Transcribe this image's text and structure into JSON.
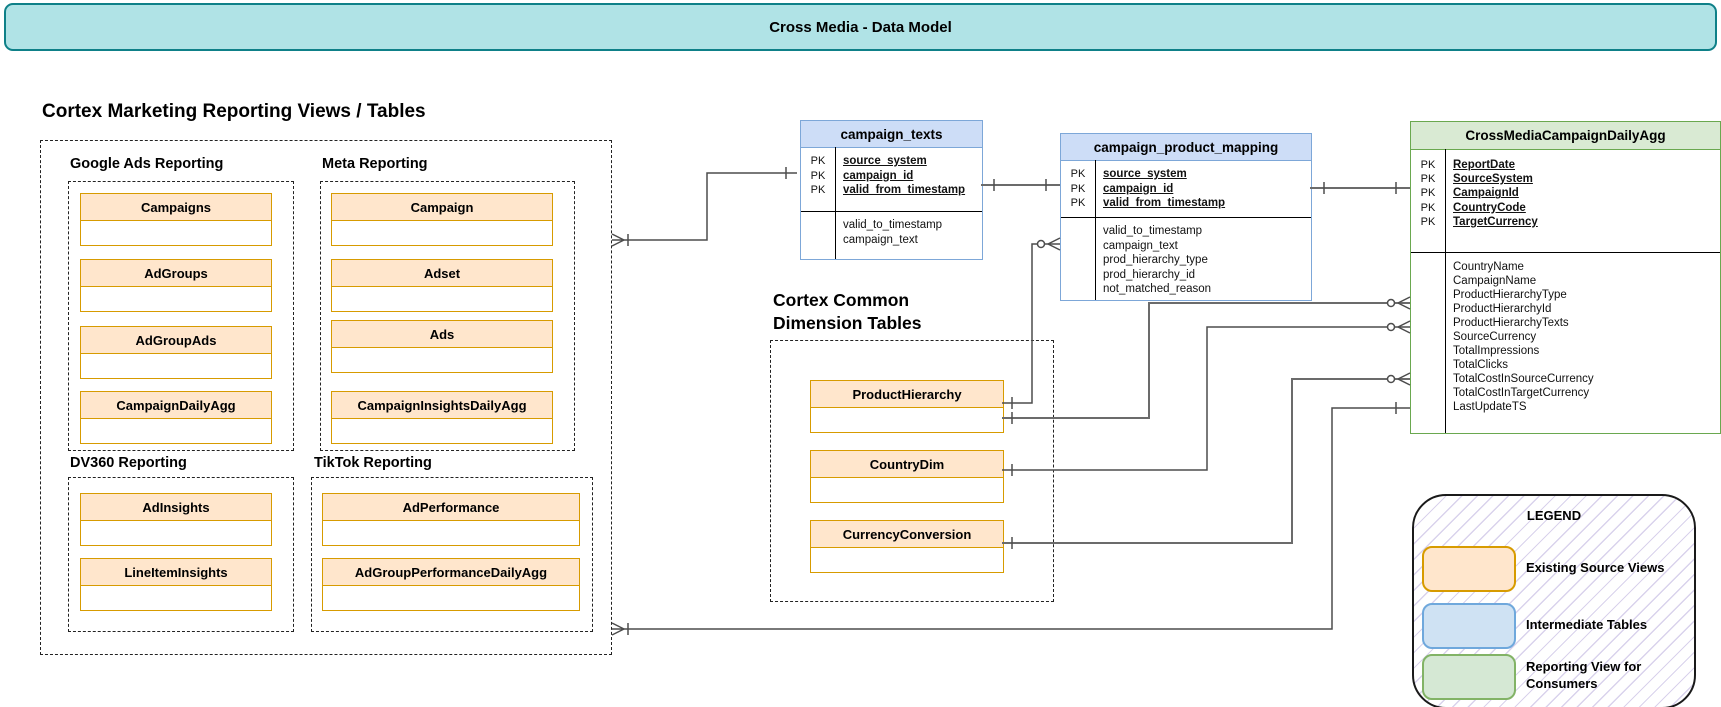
{
  "banner": {
    "title": "Cross Media - Data Model"
  },
  "left_section": {
    "title": "Cortex Marketing Reporting Views / Tables",
    "groups": [
      {
        "label": "Google Ads Reporting",
        "entities": [
          "Campaigns",
          "AdGroups",
          "AdGroupAds",
          "CampaignDailyAgg"
        ]
      },
      {
        "label": "Meta Reporting",
        "entities": [
          "Campaign",
          "Adset",
          "Ads",
          "CampaignInsightsDailyAgg"
        ]
      },
      {
        "label": "DV360 Reporting",
        "entities": [
          "AdInsights",
          "LineItemInsights"
        ]
      },
      {
        "label": "TikTok Reporting",
        "entities": [
          "AdPerformance",
          "AdGroupPerformanceDailyAgg"
        ]
      }
    ]
  },
  "dimension_section": {
    "title_line1": "Cortex Common",
    "title_line2": "Dimension Tables",
    "entities": [
      "ProductHierarchy",
      "CountryDim",
      "CurrencyConversion"
    ]
  },
  "tables": {
    "campaign_texts": {
      "title": "campaign_texts",
      "pk_label": "PK",
      "pk_fields": [
        "source_system",
        "campaign_id",
        "valid_from_timestamp"
      ],
      "fields": [
        "valid_to_timestamp",
        "campaign_text"
      ]
    },
    "campaign_product_mapping": {
      "title": "campaign_product_mapping",
      "pk_label": "PK",
      "pk_fields": [
        "source_system",
        "campaign_id",
        "valid_from_timestamp"
      ],
      "fields": [
        "valid_to_timestamp",
        "campaign_text",
        "prod_hierarchy_type",
        "prod_hierarchy_id",
        "not_matched_reason"
      ]
    },
    "cross_media_campaign_daily_agg": {
      "title": "CrossMediaCampaignDailyAgg",
      "pk_label": "PK",
      "pk_fields": [
        "ReportDate",
        "SourceSystem",
        "CampaignId",
        "CountryCode",
        "TargetCurrency"
      ],
      "fields": [
        "CountryName",
        "CampaignName",
        "ProductHierarchyType",
        "ProductHierarchyId",
        "ProductHierarchyTexts",
        "SourceCurrency",
        "TotalImpressions",
        "TotalClicks",
        "TotalCostInSourceCurrency",
        "TotalCostInTargetCurrency",
        "LastUpdateTS"
      ]
    }
  },
  "legend": {
    "title": "LEGEND",
    "items": [
      {
        "label": "Existing Source Views",
        "fill": "#ffe6cc",
        "border": "#d79b00"
      },
      {
        "label": "Intermediate Tables",
        "fill": "#cfe2f3",
        "border": "#6fa8dc"
      },
      {
        "label": "Reporting View for Consumers",
        "fill": "#d5e8d4",
        "border": "#82b366"
      }
    ]
  },
  "colors": {
    "banner_fill": "#b0e3e6",
    "banner_border": "#0e8088",
    "source_view_fill": "#ffe6cc",
    "source_view_border": "#d79b00",
    "intermediate_fill": "#cdddf7",
    "intermediate_border": "#7da7d8",
    "reporting_fill": "#d9ead3",
    "reporting_border": "#6aa84f"
  }
}
